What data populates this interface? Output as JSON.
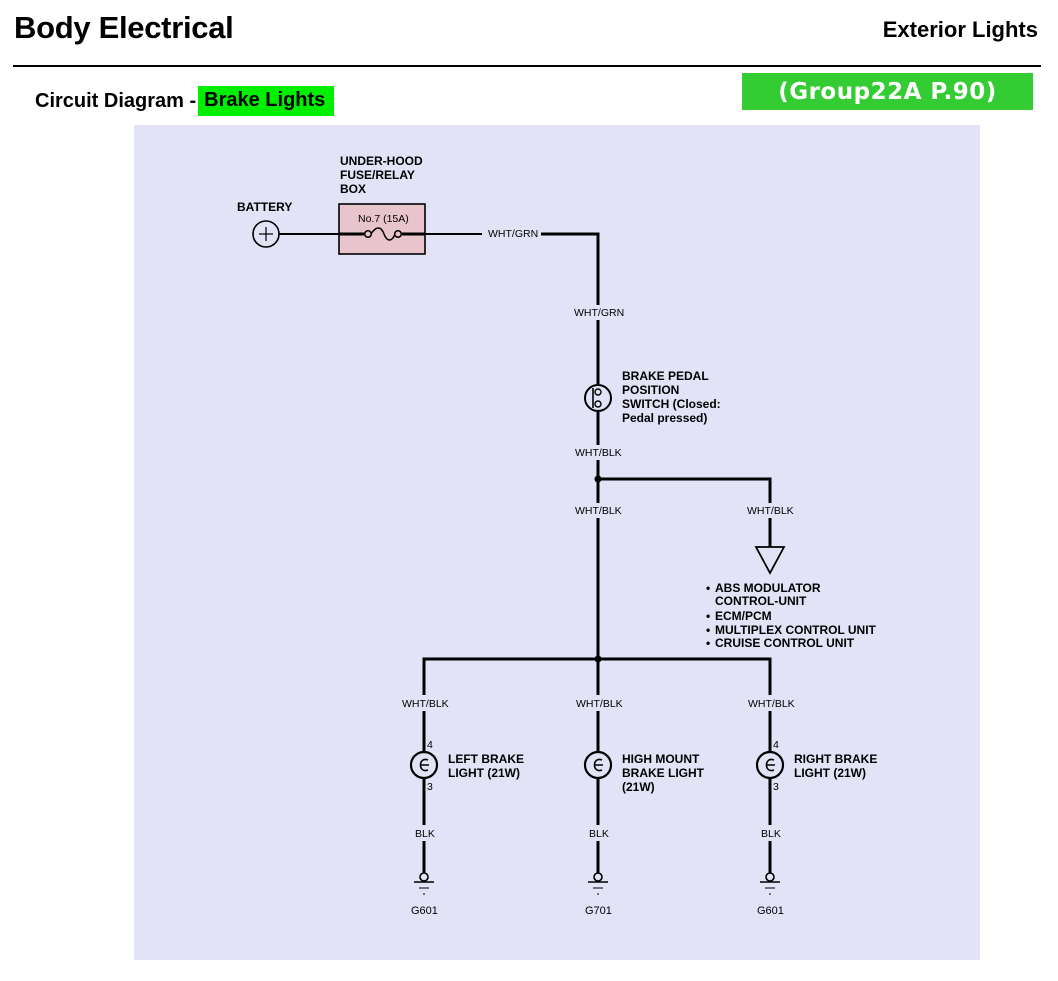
{
  "header": {
    "title": "Body Electrical",
    "section": "Exterior Lights"
  },
  "subheader": {
    "prefix": "Circuit Diagram -",
    "highlight": "Brake Lights",
    "group_reference": "(Group22A P.90)"
  },
  "colors": {
    "highlight_green": "#00ee00",
    "group_badge_green": "#33cc33",
    "panel_background": "#e3e3f7",
    "fuse_box_fill": "#e8c4cc"
  },
  "diagram": {
    "battery": {
      "label": "BATTERY",
      "icon": "battery-plus-icon"
    },
    "fuse_box": {
      "label_lines": [
        "UNDER-HOOD",
        "FUSE/RELAY",
        "BOX"
      ],
      "fuse_label": "No.7 (15A)",
      "icon": "fuse-icon"
    },
    "wires": {
      "fuse_out": "WHT/GRN",
      "to_switch": "WHT/GRN",
      "switch_out": "WHT/BLK",
      "trunk": "WHT/BLK",
      "to_modules": "WHT/BLK",
      "left_in": "WHT/BLK",
      "center_in": "WHT/BLK",
      "right_in": "WHT/BLK",
      "left_gnd": "BLK",
      "center_gnd": "BLK",
      "right_gnd": "BLK"
    },
    "switch": {
      "label_lines": [
        "BRAKE PEDAL",
        "POSITION",
        "SWITCH (Closed:",
        "Pedal pressed)"
      ],
      "icon": "switch-icon"
    },
    "modules": {
      "icon": "connector-arrow-icon",
      "items": [
        [
          "ABS MODULATOR",
          "CONTROL-UNIT"
        ],
        [
          "ECM/PCM"
        ],
        [
          "MULTIPLEX CONTROL UNIT"
        ],
        [
          "CRUISE CONTROL UNIT"
        ]
      ]
    },
    "lights": [
      {
        "label_lines": [
          "LEFT BRAKE",
          "LIGHT (21W)"
        ],
        "pin_top": "4",
        "pin_bottom": "3",
        "ground": "G601"
      },
      {
        "label_lines": [
          "HIGH MOUNT",
          "BRAKE LIGHT",
          "(21W)"
        ],
        "pin_top": "",
        "pin_bottom": "",
        "ground": "G701"
      },
      {
        "label_lines": [
          "RIGHT BRAKE",
          "LIGHT (21W)"
        ],
        "pin_top": "4",
        "pin_bottom": "3",
        "ground": "G601"
      }
    ]
  }
}
